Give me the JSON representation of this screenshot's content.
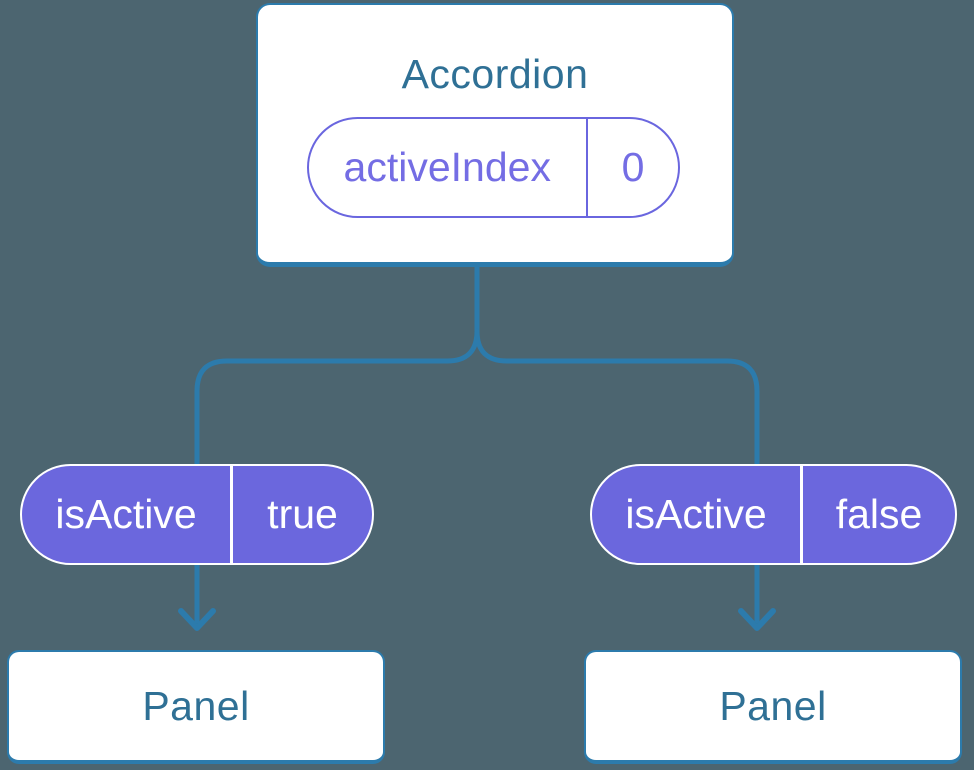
{
  "diagram": {
    "root": {
      "title": "Accordion",
      "state": {
        "label": "activeIndex",
        "value": "0"
      }
    },
    "props": [
      {
        "label": "isActive",
        "value": "true"
      },
      {
        "label": "isActive",
        "value": "false"
      }
    ],
    "children": [
      {
        "title": "Panel"
      },
      {
        "title": "Panel"
      }
    ],
    "colors": {
      "background": "#4C6570",
      "connector_blue": "#2C7BAC",
      "node_fill": "#FFFFFF",
      "node_text_blue": "#2F7095",
      "prop_pill_fill": "#6B67DD",
      "prop_pill_border": "#FFFFFF",
      "prop_pill_text": "#FFFFFF",
      "state_pill_outline": "#6A66DF",
      "state_pill_text": "#746DE4"
    }
  }
}
